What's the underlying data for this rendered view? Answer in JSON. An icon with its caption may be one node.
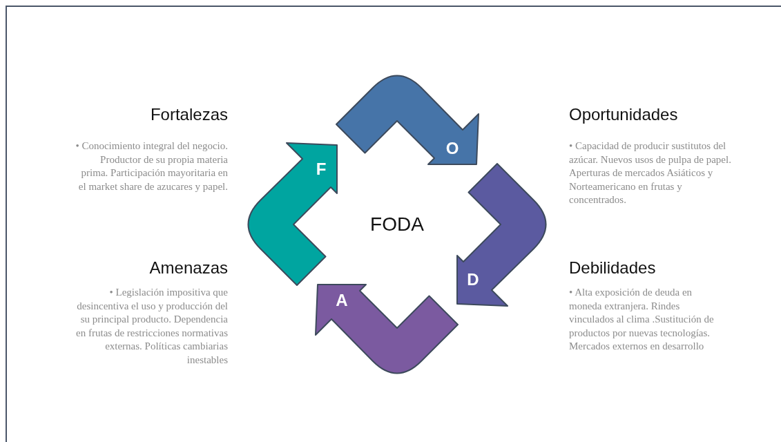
{
  "diagram": {
    "nodes": [
      {
        "text": [
          "O"
        ]
      },
      {
        "text": [
          "D"
        ]
      },
      {
        "text": [
          "A"
        ]
      },
      {
        "text": [
          "F"
        ]
      }
    ],
    "labels": [
      "Fortalezas",
      "• Conocimiento integral del negocio. Productor de su propia materia prima. Participación mayoritaria en el market share de azucares y papel.",
      "Oportunidades",
      "• Capacidad de producir sustitutos del azúcar. Nuevos usos de pulpa de papel. Aperturas de mercados Asiáticos y Norteamericano en frutas y concentrados.",
      "FODA",
      "Amenazas",
      "• Legislación impositiva que desincentiva el uso y producción del su principal producto. Dependencia en frutas de restricciones normativas externas. Políticas cambiarias inestables",
      "Debilidades",
      "• Alta exposición de deuda en moneda extranjera. Rindes vinculados al clima .Sustitución de productos por nuevas tecnologías. Mercados externos en desarrollo"
    ]
  }
}
